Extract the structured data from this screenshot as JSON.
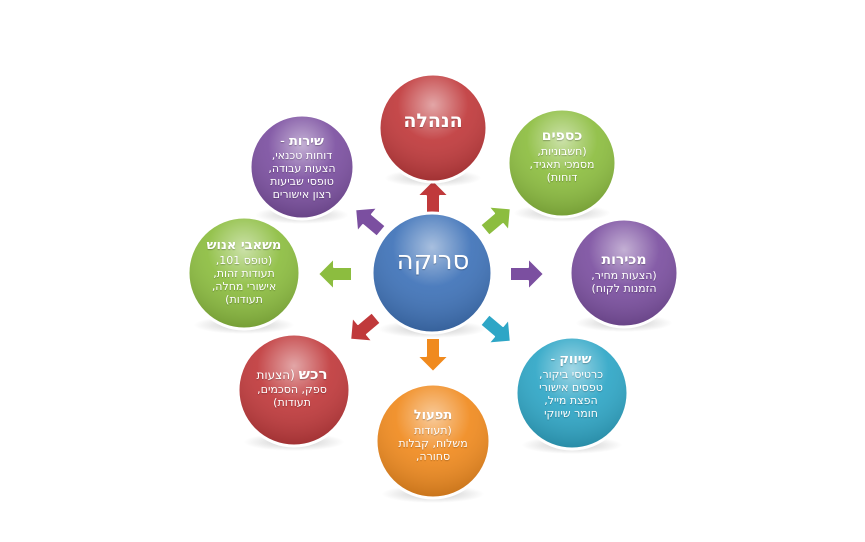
{
  "colors": {
    "center": "#3E72B8",
    "red": "#C0393B",
    "green": "#8CBD3F",
    "purple": "#7B4FA0",
    "blue": "#2EA6C6",
    "orange": "#F08A1E"
  },
  "center": {
    "label": "סריקה"
  },
  "nodes": {
    "management": {
      "title": "הנהלה"
    },
    "finance": {
      "title": "כספים",
      "lines": [
        "(חשבוניות,",
        "מסמכי תאגיד,",
        "דוחות)"
      ]
    },
    "sales": {
      "title": "מכירות",
      "lines": [
        "(הצעות מחיר,",
        "הזמנות לקוח)"
      ]
    },
    "marketing": {
      "title": "שיווק",
      "title_suffix": " -",
      "lines": [
        "כרטיסי ביקור,",
        "טפסים אישורי",
        "הפצת מייל,",
        "חומר שיווקי"
      ]
    },
    "operations": {
      "title": "תפעול",
      "lines": [
        "(תעודות",
        "משלוח, קבלות",
        "סחורה,"
      ]
    },
    "procurement": {
      "title": "רכש",
      "title_suffix": " (הצעות",
      "lines": [
        "ספק, הסכמים,",
        "תעודות)"
      ]
    },
    "hr": {
      "title": "משאבי אנוש",
      "lines": [
        "(טופס 101,",
        "תעודות זהות,",
        "אישורי מחלה,",
        "תעודות)"
      ]
    },
    "service": {
      "title": "שירות",
      "title_suffix": " -",
      "lines": [
        "דוחות טכנאי,",
        "הצעות עבודה,",
        "טופסי שביעות",
        "רצון אישורים"
      ]
    }
  }
}
